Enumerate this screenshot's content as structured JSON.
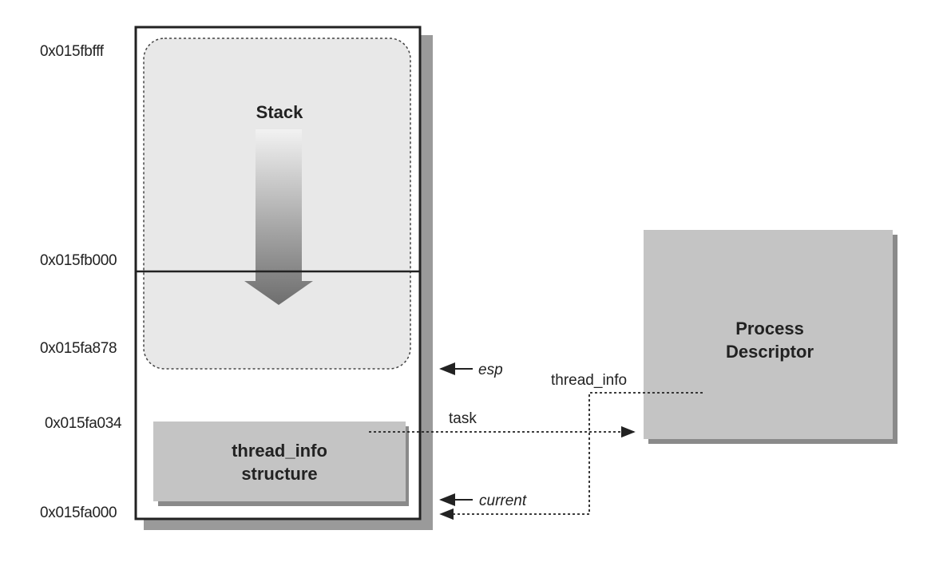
{
  "addresses": {
    "top": "0x015fbfff",
    "page_boundary": "0x015fb000",
    "esp_value": "0x015fa878",
    "task_field": "0x015fa034",
    "bottom": "0x015fa000"
  },
  "stack_label": "Stack",
  "thread_info_box": {
    "line1": "thread_info",
    "line2": "structure"
  },
  "process_descriptor": {
    "line1": "Process",
    "line2": "Descriptor"
  },
  "pointers": {
    "esp": "esp",
    "current": "current",
    "task": "task",
    "thread_info": "thread_info"
  },
  "colors": {
    "stack_region": "#e8e8e8",
    "box_gray": "#c4c4c4",
    "shadow": "#9a9a9a",
    "line": "#222222"
  }
}
